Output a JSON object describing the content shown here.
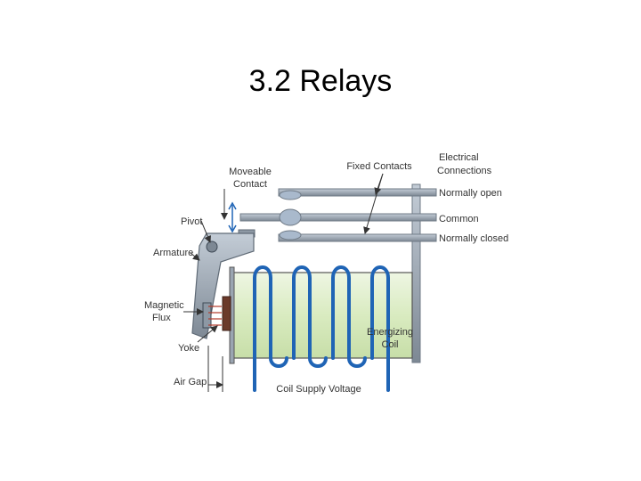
{
  "slide": {
    "title": "3.2 Relays"
  },
  "diagram": {
    "labels": {
      "movable_contact_1": "Moveable",
      "movable_contact_2": "Contact",
      "fixed_contacts": "Fixed Contacts",
      "electrical_1": "Electrical",
      "electrical_2": "Connections",
      "normally_open": "Normally open",
      "common": "Common",
      "normally_closed": "Normally closed",
      "pivot": "Pivot",
      "armature": "Armature",
      "magnetic_1": "Magnetic",
      "magnetic_2": "Flux",
      "yoke": "Yoke",
      "energizing_1": "Energizing",
      "energizing_2": "Coil",
      "air_gap": "Air Gap",
      "coil_supply": "Coil Supply Voltage"
    },
    "colors": {
      "coil_body": "#d9ebc0",
      "coil_wire": "#1f64b5",
      "metal": "#9aa5b1",
      "metal_dark": "#6f7a86",
      "contact": "#a9b9cc",
      "pole_piece": "#6b3a2a",
      "arrow_red": "#b23a2a"
    }
  }
}
